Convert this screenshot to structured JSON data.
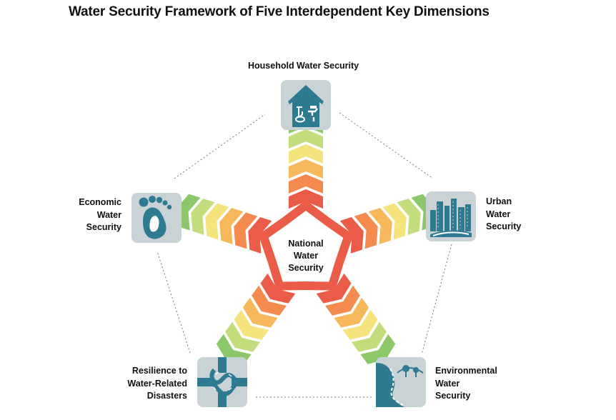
{
  "title": "Water Security Framework of Five Interdependent Key Dimensions",
  "center": {
    "lines": [
      "National",
      "Water",
      "Security"
    ]
  },
  "dimensions": [
    {
      "id": "household",
      "lines": [
        "Household Water Security"
      ],
      "icon": "house-faucet-toilet-icon"
    },
    {
      "id": "urban",
      "lines": [
        "Urban",
        "Water",
        "Security"
      ],
      "icon": "city-skyline-icon"
    },
    {
      "id": "environmental",
      "lines": [
        "Environmental",
        "Water",
        "Security"
      ],
      "icon": "river-landscape-icon"
    },
    {
      "id": "resilience",
      "lines": [
        "Resilience to",
        "Water-Related",
        "Disasters"
      ],
      "icon": "linked-hands-icon"
    },
    {
      "id": "economic",
      "lines": [
        "Economic",
        "Water",
        "Security"
      ],
      "icon": "footprint-icon"
    }
  ],
  "colors": {
    "icon_tile": "#c9d3d6",
    "icon_fill": "#2e7a91",
    "chevron_gradient": [
      "#8cc86a",
      "#c3dc7c",
      "#f5e37b",
      "#f7b85c",
      "#f58a4f",
      "#ea5c48"
    ],
    "pentagon": "#ea5c48",
    "connector": "#777777"
  }
}
